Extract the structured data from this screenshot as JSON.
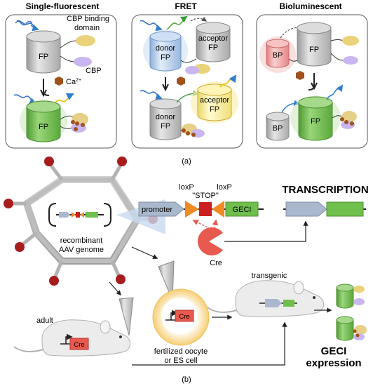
{
  "panel_a": {
    "caption": "(a)",
    "single": {
      "title": "Single-fluorescent",
      "cbp_domain_line1": "CBP binding",
      "cbp_domain_line2": "domain",
      "fp": "FP",
      "cbp": "CBP",
      "ca": "Ca",
      "ca_sup": "2+",
      "fp_bottom": "FP"
    },
    "fret": {
      "title": "FRET",
      "donor_line1": "donor",
      "donor_line2": "FP",
      "acceptor_line1": "acceptor",
      "acceptor_line2": "FP",
      "donor2_line1": "donor",
      "donor2_line2": "FP",
      "acceptor2_line1": "acceptor",
      "acceptor2_line2": "FP"
    },
    "biolum": {
      "title": "Bioluminescent",
      "bp": "BP",
      "fp": "FP",
      "bp_bottom": "BP",
      "fp_bottom": "FP"
    }
  },
  "panel_b": {
    "caption": "(b)",
    "promoter": "promoter",
    "loxp_left": "loxP",
    "stop": "\"STOP\"",
    "loxp_right": "loxP",
    "geci": "GECI",
    "transcription": "TRANSCRIPTION",
    "cre_enzyme": "Cre",
    "aav_line1": "recombinant",
    "aav_line2": "AAV genome",
    "adult": "adult",
    "cre_adult": "Cre",
    "cre_oocyte": "Cre",
    "oocyte_line1": "fertilized oocyte",
    "oocyte_line2": "or ES cell",
    "transgenic": "transgenic",
    "expression_line1": "GECI",
    "expression_line2": "expression"
  },
  "colors": {
    "green_fp": "#6fbf4c",
    "blue_donor": "#b9d3f0",
    "yellow_acceptor": "#fbf3a4",
    "red_bp": "#f3a0a0",
    "cre_red": "#e8594f",
    "loxp_orange": "#f08a24",
    "promoter_blue": "#a9b8cc",
    "aav_red_dots": "#a71d1d"
  }
}
